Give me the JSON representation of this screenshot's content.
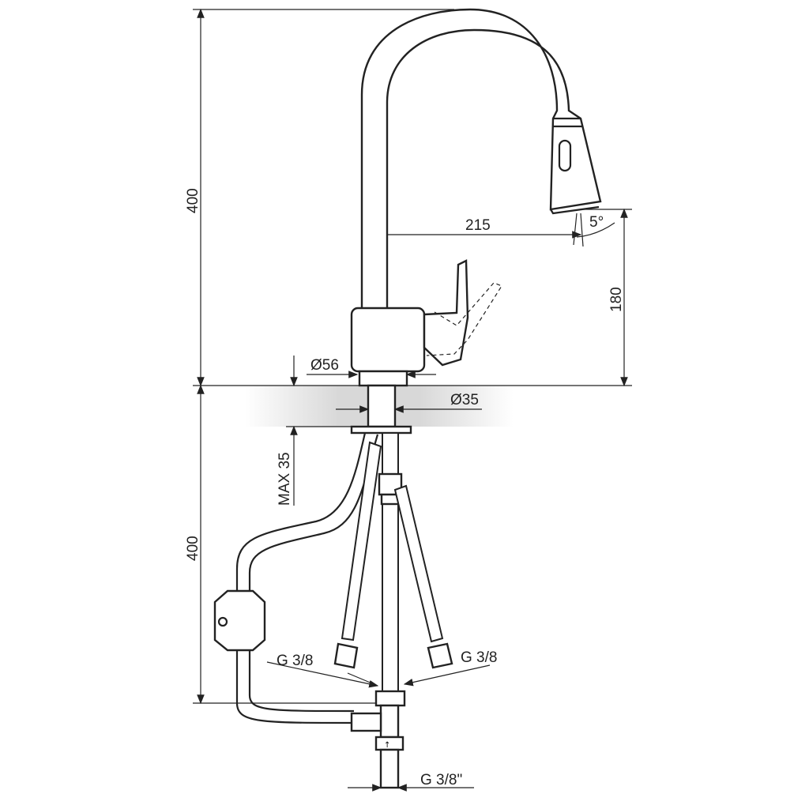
{
  "dimensions": {
    "total_height_above": "400",
    "spout_reach": "215",
    "spray_angle": "5°",
    "spout_outlet_height": "180",
    "base_diameter": "Ø56",
    "shank_diameter": "Ø35",
    "max_counter_thickness": "MAX 35",
    "hose_length_below": "400",
    "connection_left": "G 3/8",
    "connection_right": "G 3/8",
    "connection_bottom": "G 3/8\""
  }
}
